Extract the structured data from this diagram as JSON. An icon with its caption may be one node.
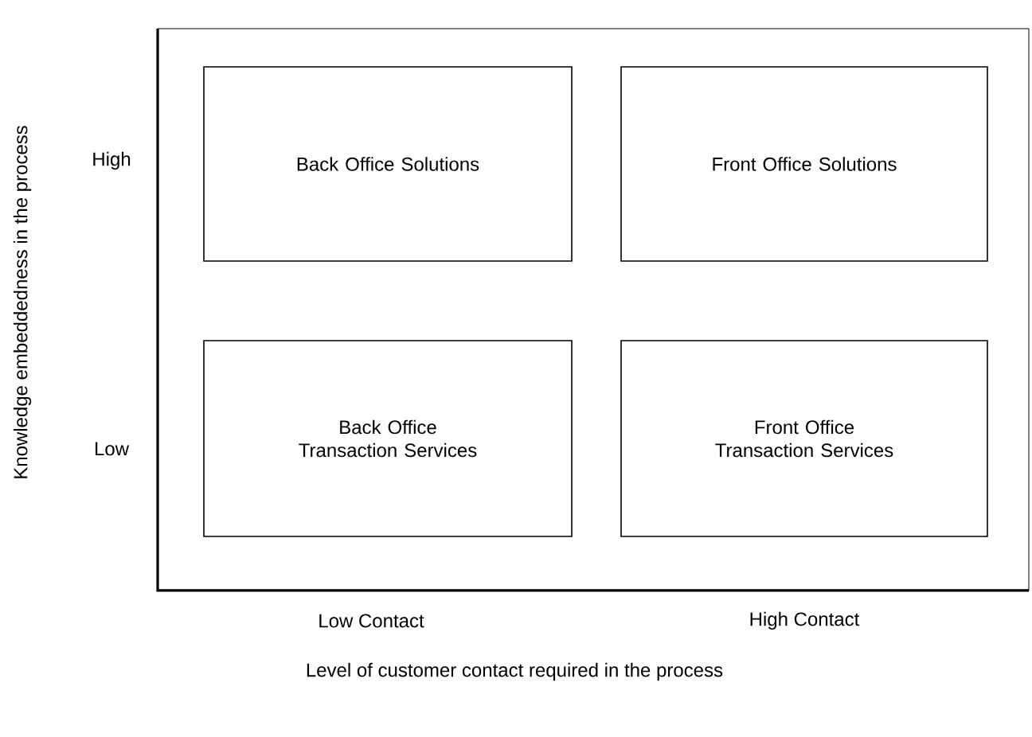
{
  "diagram": {
    "nodes": [
      {
        "text": [
          "Back Office Solutions"
        ]
      },
      {
        "text": [
          "Front Office Solutions"
        ]
      },
      {
        "text": [
          "Back Office Transaction Services"
        ]
      },
      {
        "text": [
          "Front Office Transaction Services"
        ]
      }
    ],
    "labels": [
      "Knowledge embeddedness in the process",
      "High",
      "Low",
      "Low Contact",
      "High Contact",
      "Level of customer contact required in the process"
    ]
  }
}
